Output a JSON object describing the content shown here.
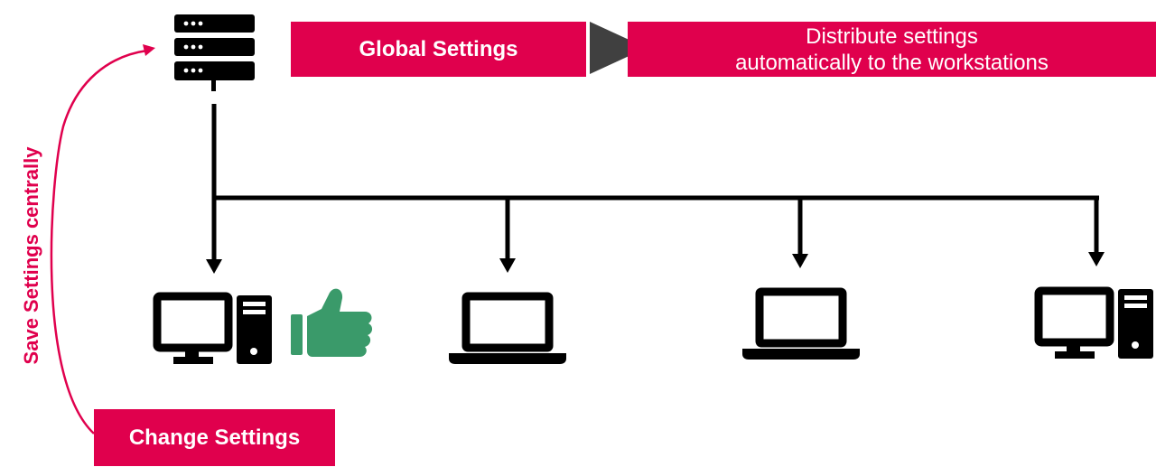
{
  "labels": {
    "global_settings": "Global Settings",
    "distribute_line1": "Distribute settings",
    "distribute_line2": "automatically to the workstations",
    "change_settings": "Change Settings",
    "save_centrally": "Save Settings centrally"
  },
  "icons": {
    "server": "server-icon",
    "desktop": "desktop-computer-icon",
    "laptop": "laptop-icon",
    "approval": "thumbs-up-icon",
    "flow_arrow": "play-arrow-icon"
  },
  "colors": {
    "accent": "#e0004d",
    "approval": "#3a9a6a",
    "ink": "#000000",
    "arrow_grey": "#404040"
  }
}
